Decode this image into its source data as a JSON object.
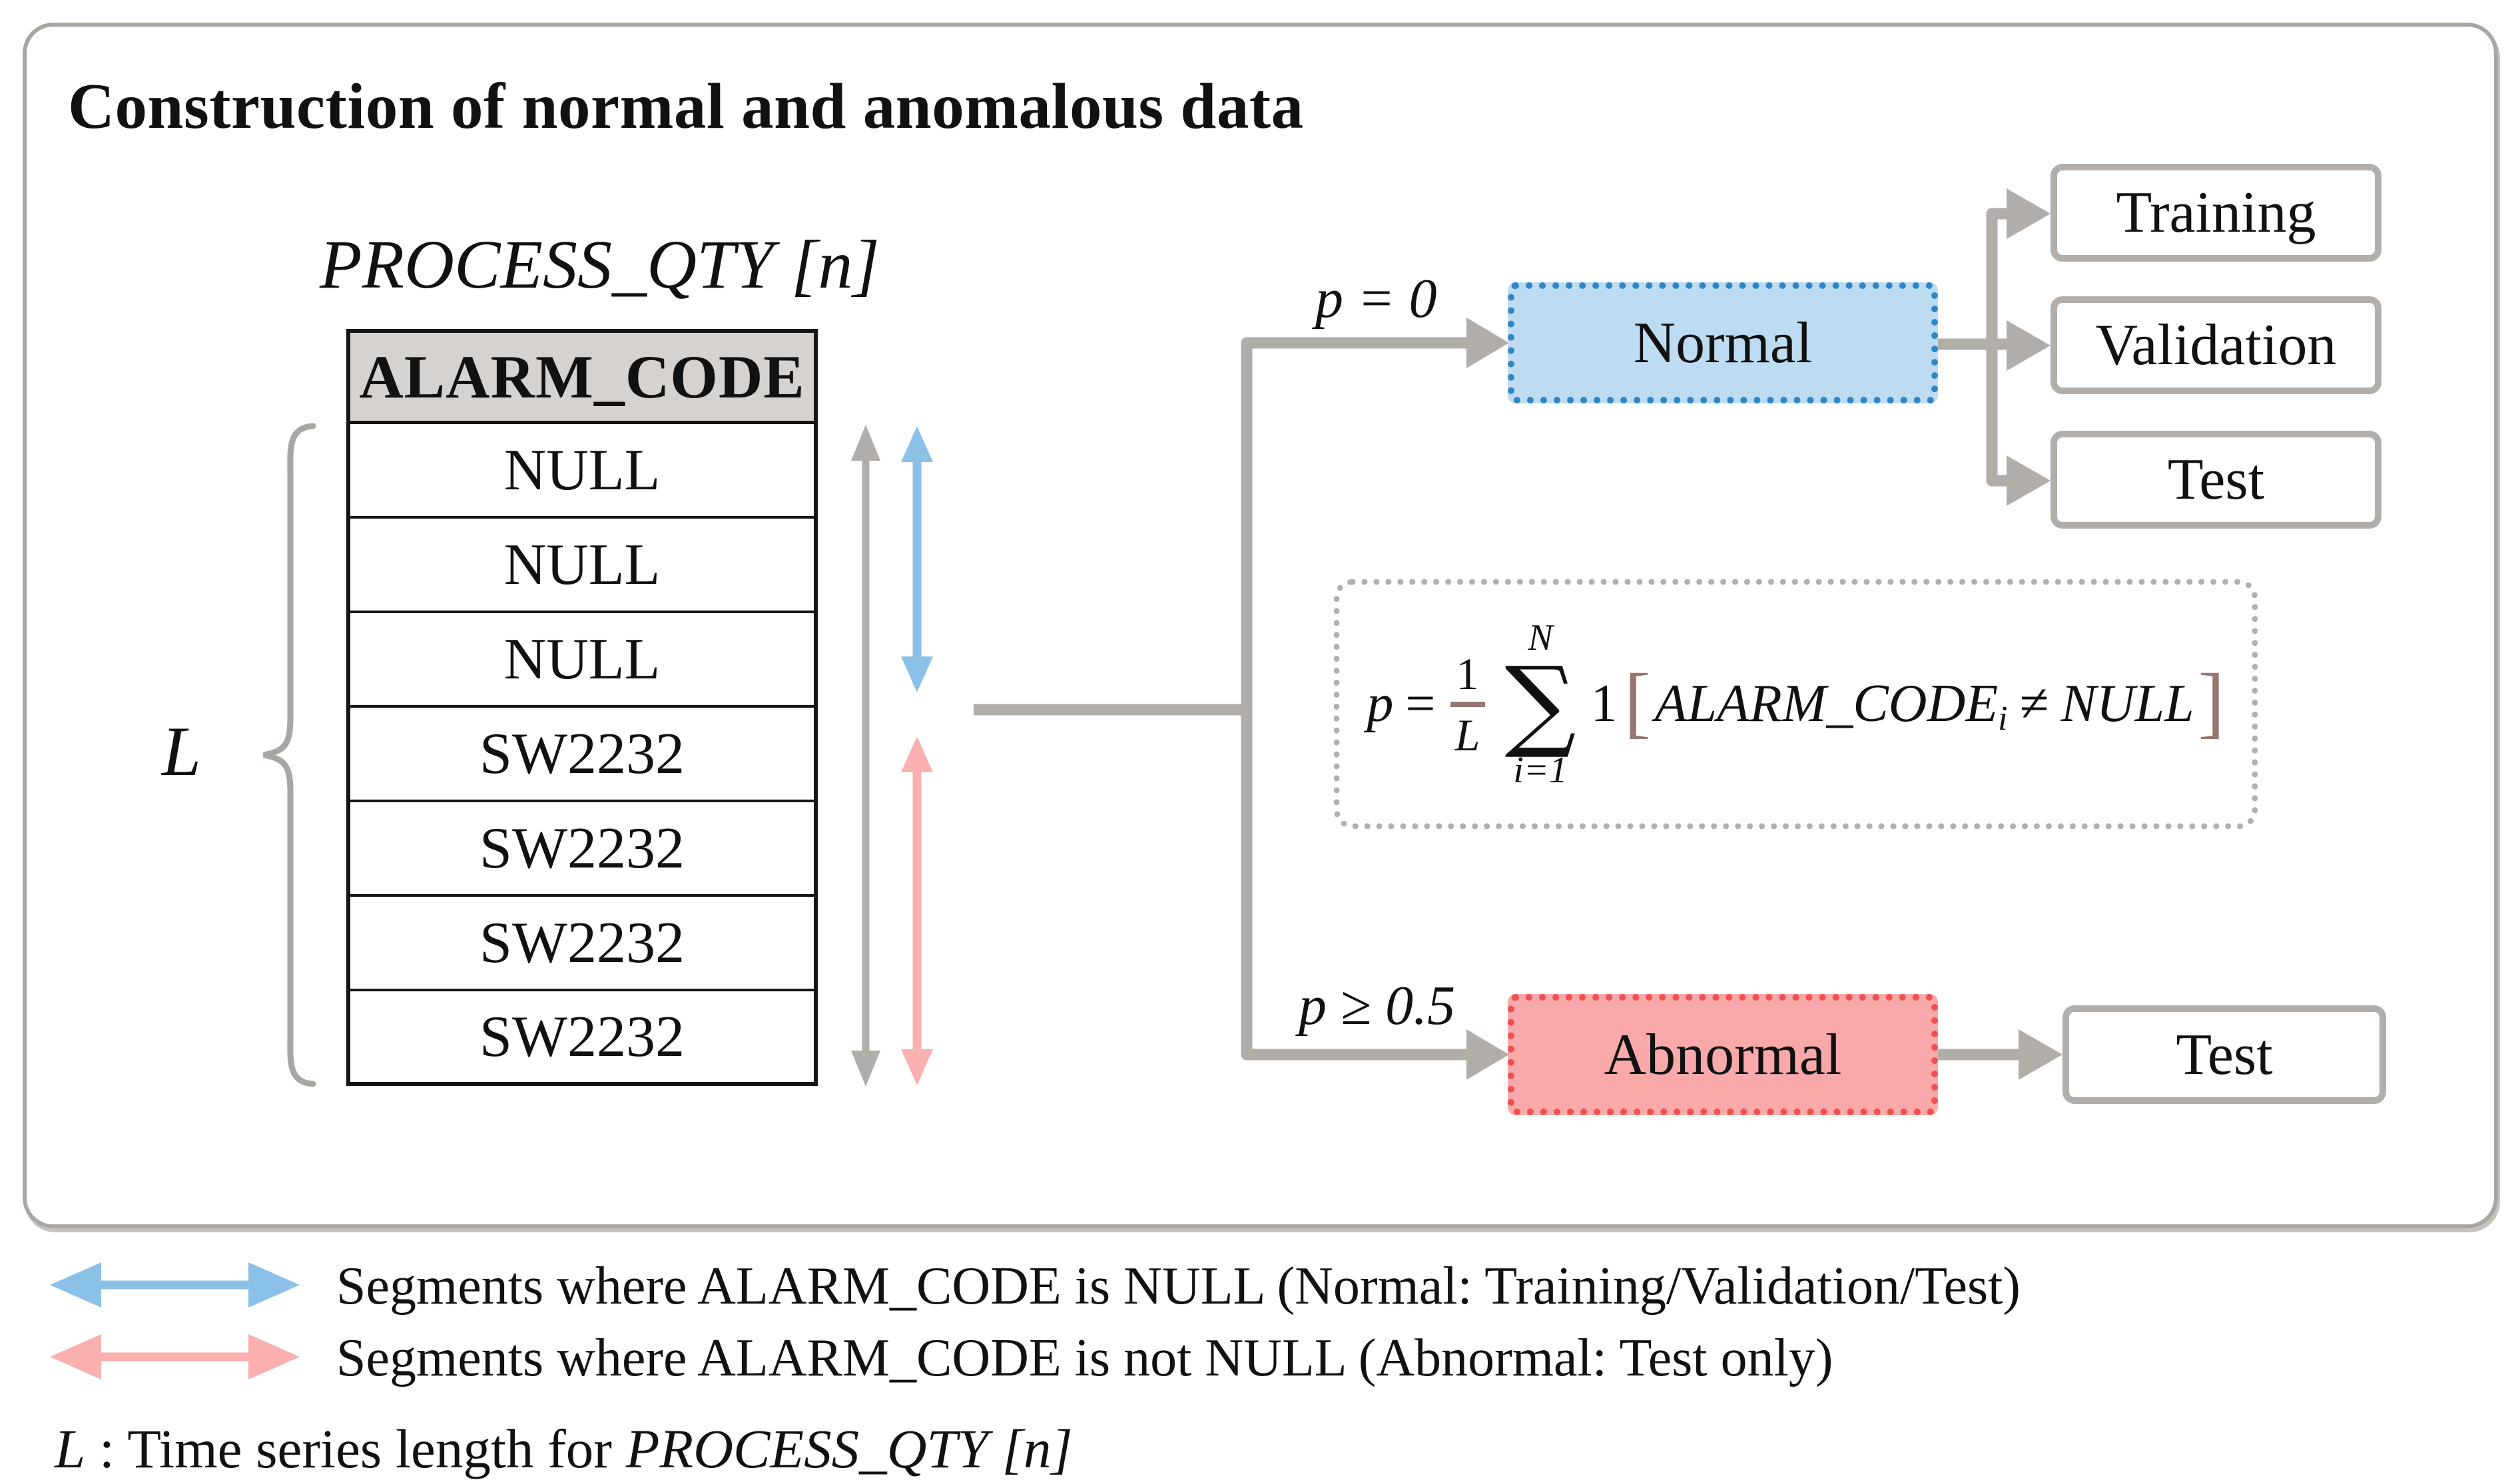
{
  "title": "Construction of normal and anomalous data",
  "table": {
    "caption": "PROCESS_QTY [n]",
    "header": "ALARM_CODE",
    "rows": [
      "NULL",
      "NULL",
      "NULL",
      "SW2232",
      "SW2232",
      "SW2232",
      "SW2232"
    ],
    "length_label": "L"
  },
  "flow": {
    "p0_label": "p = 0",
    "p05_label": "p ≥ 0.5",
    "normal_label": "Normal",
    "abnormal_label": "Abnormal",
    "normal_splits": [
      "Training",
      "Validation",
      "Test"
    ],
    "abnormal_split": "Test"
  },
  "formula": {
    "lhs": "p",
    "eq": "=",
    "frac_num": "1",
    "frac_den": "L",
    "sum_top": "N",
    "sigma": "∑",
    "sum_bottom": "i=1",
    "indicator": "1",
    "lbracket": "[",
    "body": "ALARM_CODE",
    "body_sub": "i",
    "neq": "≠",
    "rhs": "NULL",
    "rbracket": "]"
  },
  "legend": {
    "items": [
      {
        "icon": "blue-double-arrow",
        "text": "Segments where ALARM_CODE is NULL (Normal: Training/Validation/Test)"
      },
      {
        "icon": "pink-double-arrow",
        "text": "Segments where ALARM_CODE is not NULL (Abnormal: Test only)"
      }
    ],
    "length_term": "L",
    "length_sep": " : ",
    "length_desc": "Time series length for ",
    "length_series": "PROCESS_QTY [n]"
  },
  "colors": {
    "connector_gray": "#b1ada9",
    "box_border_gray": "#b2aeaa",
    "frame_border": "#a9a5a1",
    "table_header_bg": "#d5d2cf",
    "segment_blue": "#8cc1e7",
    "segment_pink": "#f9b0ae",
    "normal_fill": "#bedcf1",
    "normal_border": "#2f87c6",
    "abnormal_fill": "#f9a9a9",
    "abnormal_border": "#ef5050",
    "formula_accent": "#96766f"
  }
}
